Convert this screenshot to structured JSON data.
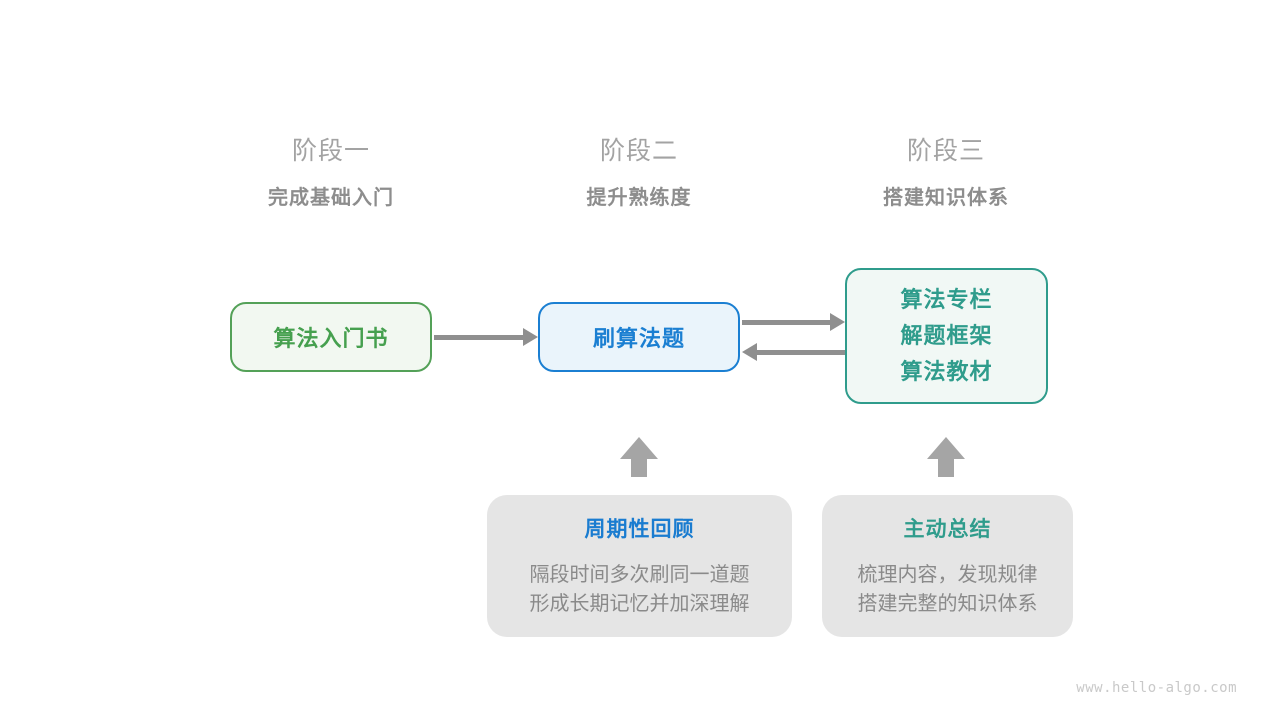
{
  "diagram": {
    "stages": [
      {
        "label": "阶段一",
        "subtitle": "完成基础入门"
      },
      {
        "label": "阶段二",
        "subtitle": "提升熟练度"
      },
      {
        "label": "阶段三",
        "subtitle": "搭建知识体系"
      }
    ],
    "nodes": {
      "intro_book": {
        "label": "算法入门书"
      },
      "practice": {
        "label": "刷算法题"
      },
      "resources": {
        "lines": [
          "算法专栏",
          "解题框架",
          "算法教材"
        ]
      }
    },
    "notes": [
      {
        "title": "周期性回顾",
        "body_lines": [
          "隔段时间多次刷同一道题",
          "形成长期记忆并加深理解"
        ]
      },
      {
        "title": "主动总结",
        "body_lines": [
          "梳理内容，发现规律",
          "搭建完整的知识体系"
        ]
      }
    ],
    "watermark": "www.hello-algo.com",
    "colors": {
      "green": "#54a158",
      "blue": "#1b7fd2",
      "teal": "#2f9c8c",
      "note_bg": "#e5e5e5",
      "arrow": "#8f8f8f",
      "stage_text": "#a3a3a3"
    }
  }
}
